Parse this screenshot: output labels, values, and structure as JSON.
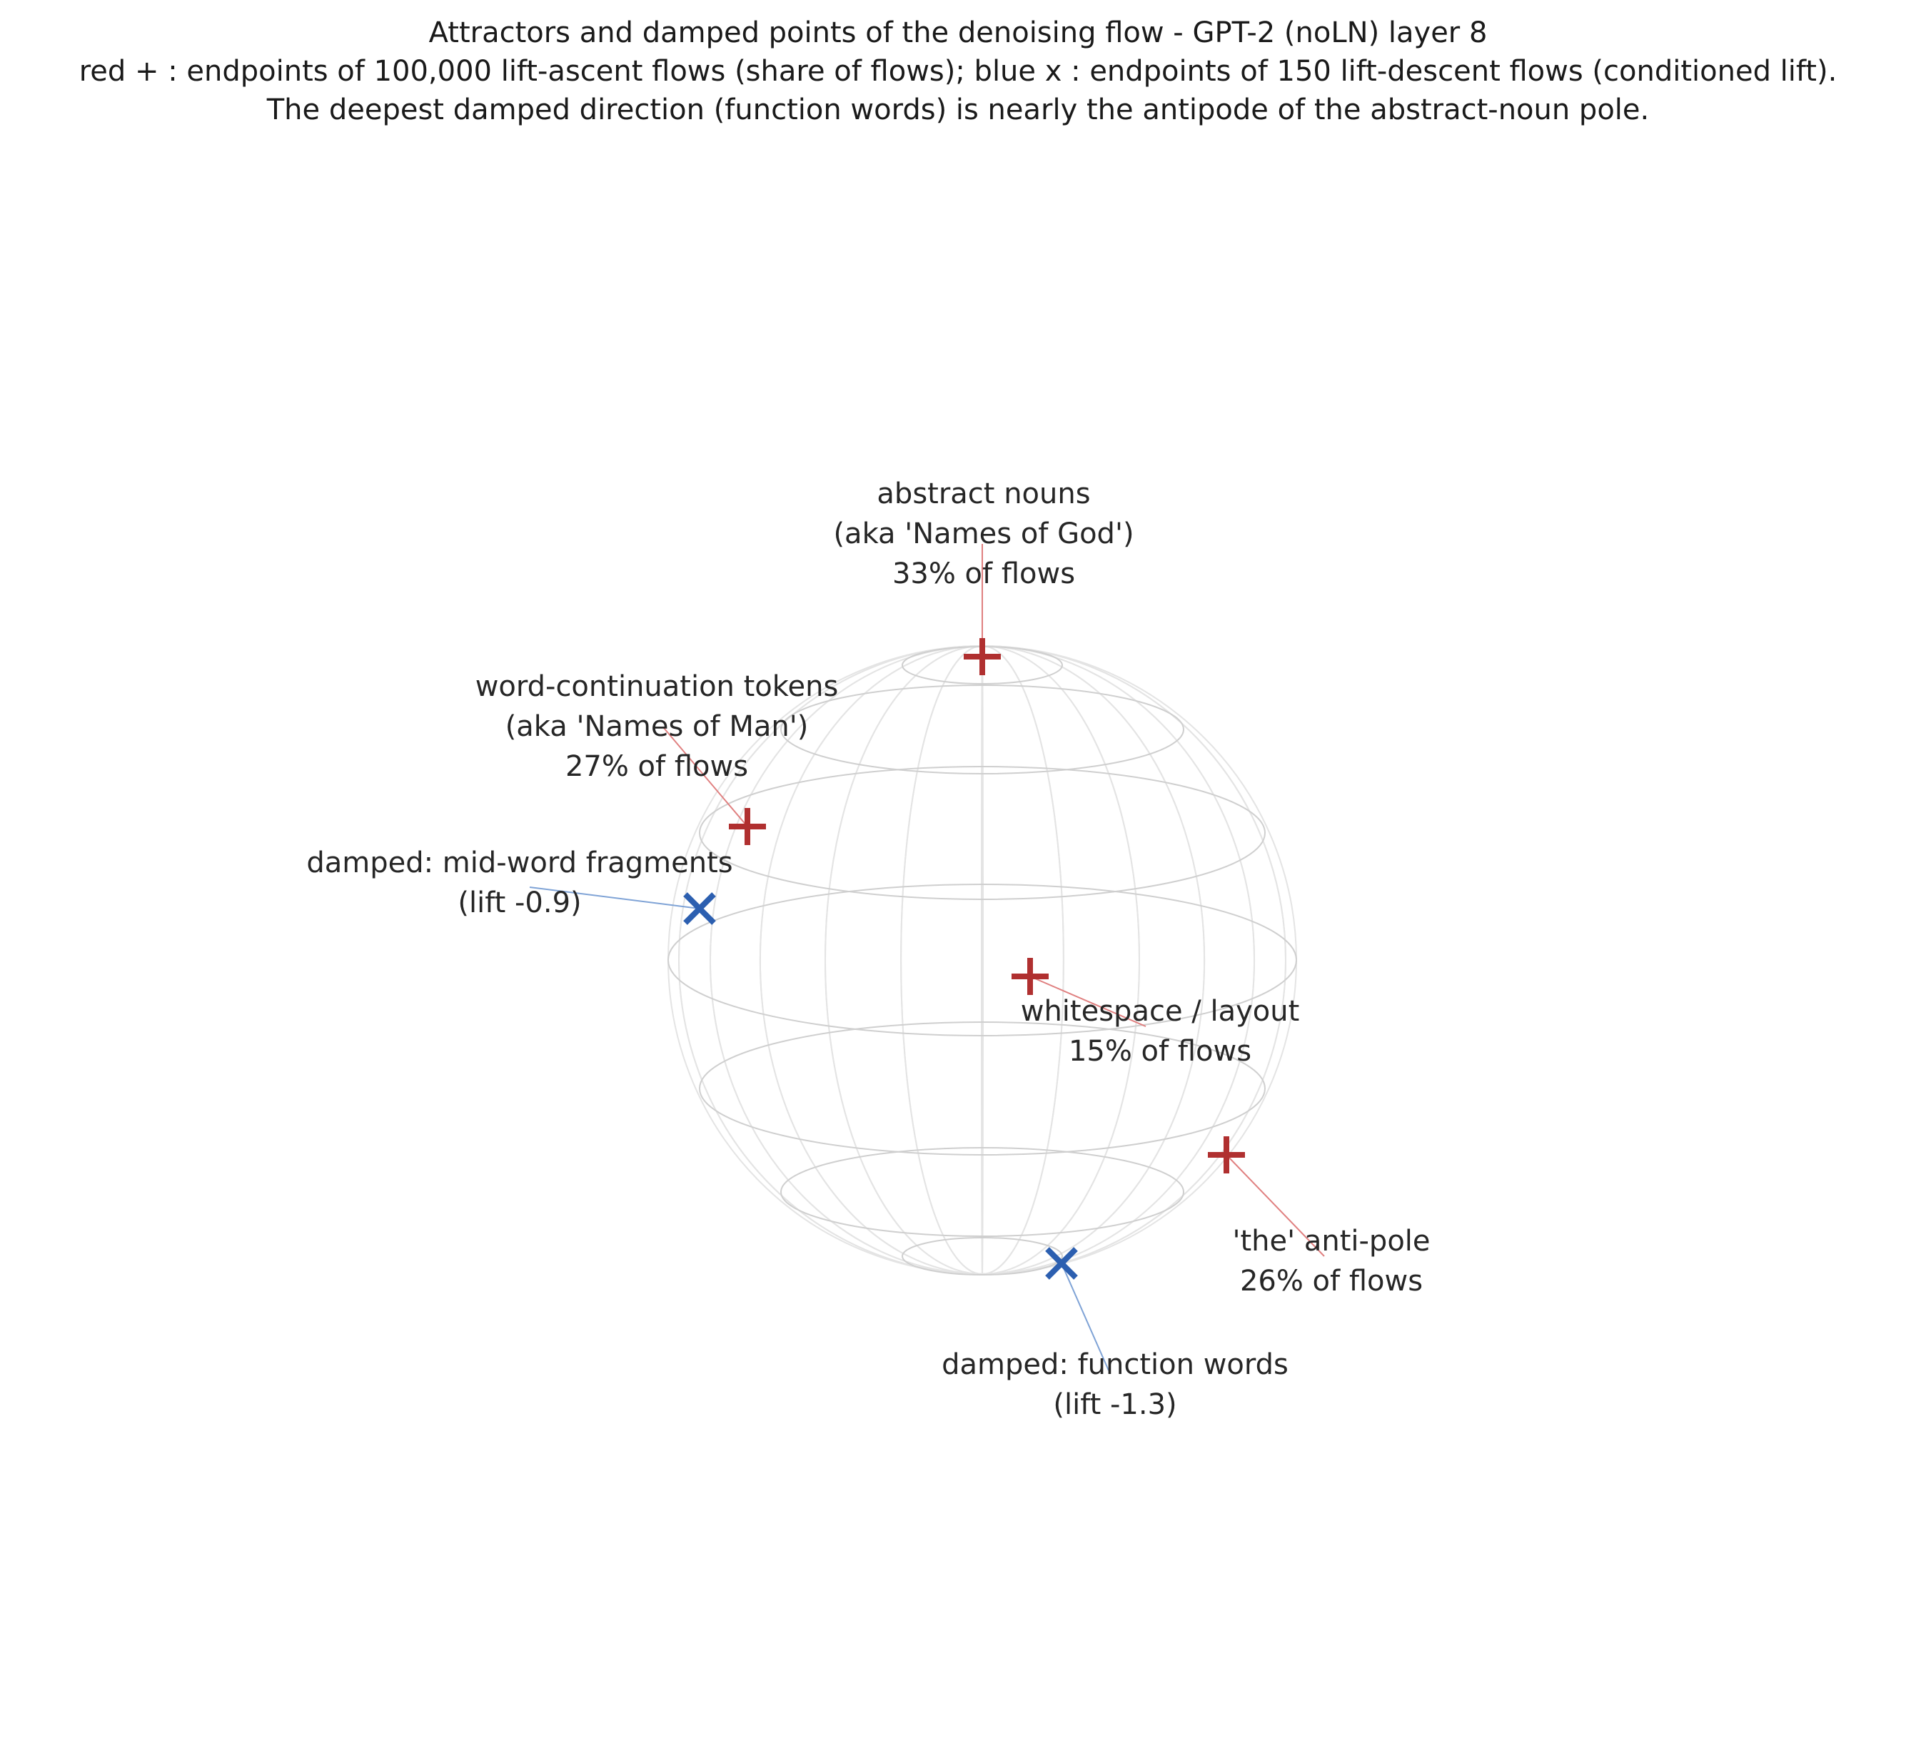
{
  "title": {
    "line1": "Attractors and damped points of the denoising flow - GPT-2 (noLN) layer 8",
    "line2": "red + : endpoints of 100,000 lift-ascent flows (share of flows); blue x : endpoints of 150 lift-descent flows (conditioned lift).",
    "line3": "The deepest damped direction (function words) is nearly the antipode of the abstract-noun pole."
  },
  "colors": {
    "attractor": "#b03030",
    "damped": "#2c5fb0",
    "attractor_leader": "#e08080",
    "damped_leader": "#7fa3d6",
    "label_text": "#262626",
    "sphere_grid": "#cfcfcf",
    "sphere_meridian": "#e4e4e4"
  },
  "legend": {
    "attractor_marker": "red +",
    "damped_marker": "blue x"
  },
  "attractors": [
    {
      "label_lines": [
        "abstract nouns",
        "(aka 'Names of God')",
        "33% of flows"
      ],
      "share_pct": 33
    },
    {
      "label_lines": [
        "word-continuation tokens",
        "(aka 'Names of Man')",
        "27% of flows"
      ],
      "share_pct": 27
    },
    {
      "label_lines": [
        "whitespace / layout",
        "15% of flows"
      ],
      "share_pct": 15
    },
    {
      "label_lines": [
        "'the' anti-pole",
        "26% of flows"
      ],
      "share_pct": 26
    }
  ],
  "damped": [
    {
      "label_lines": [
        "damped: mid-word fragments",
        "(lift -0.9)"
      ],
      "lift": -0.9
    },
    {
      "label_lines": [
        "damped: function words",
        "(lift -1.3)"
      ],
      "lift": -1.3
    }
  ]
}
